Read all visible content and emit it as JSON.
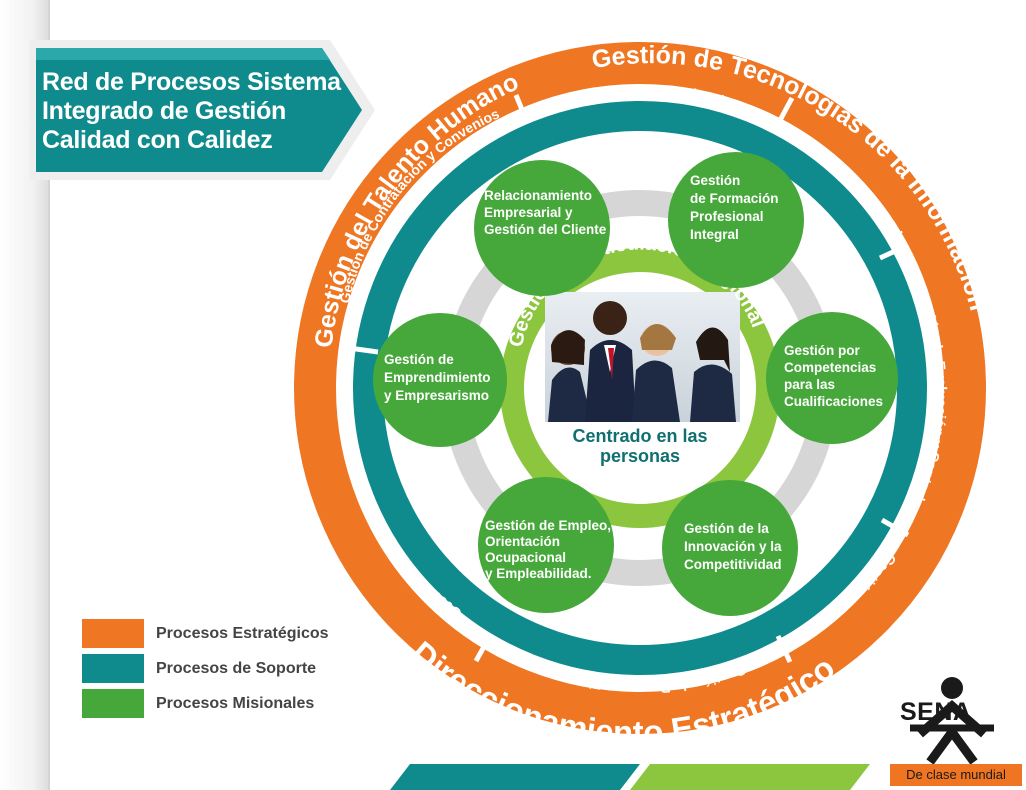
{
  "title": {
    "line1": "Red de Procesos Sistema",
    "line2": "Integrado de Gestión",
    "line3": "Calidad con Calidez"
  },
  "colors": {
    "estrategico": "#ef7622",
    "soporte": "#0f8b8d",
    "misional": "#46a83a",
    "misional_light": "#8cc63f"
  },
  "outer_ring": {
    "top_right": "Gestión de Tecnologías de la Información",
    "top_left": "Gestión del Talento Humano",
    "bottom": "Direccionamiento Estratégico"
  },
  "support_segments": {
    "comunicaciones": "Gestión de Comunicaciones",
    "documental": "Gestión Documental",
    "evaluacion": "Gestión de Evaluación y Control",
    "juridica": "Gestión Jurídica",
    "financieros": "Gestión de Recursos Financieros",
    "infraestructura": "Gestión de Infraestructura y Logística",
    "contratacion": "Gestión de Contratación y Convenios"
  },
  "misional_circles": {
    "relacionamiento": [
      "Relacionamiento",
      "Empresarial y",
      "Gestión del Cliente"
    ],
    "formacion": [
      "Gestión",
      "de Formación",
      "Profesional",
      "Integral"
    ],
    "competencias": [
      "Gestión por",
      "Competencias",
      "para las",
      "Cualificaciones"
    ],
    "innovacion": [
      "Gestión de la",
      "Innovación y la",
      "Competitividad"
    ],
    "empleo": [
      "Gestión de Empleo,",
      "Orientación",
      "Ocupacional",
      "y Empleabilidad."
    ],
    "emprendimiento": [
      "Gestión de",
      "Emprendimiento",
      "y Empresarismo"
    ]
  },
  "center": {
    "arc": "Gestión de Articulación Regional",
    "line1": "Centrado en las",
    "line2": "personas"
  },
  "legend": [
    {
      "label": "Procesos Estratégicos",
      "color": "#ef7622"
    },
    {
      "label": "Procesos de Soporte",
      "color": "#0f8b8d"
    },
    {
      "label": "Procesos Misionales",
      "color": "#46a83a"
    }
  ],
  "logo": {
    "name": "SENA",
    "tagline": "De clase mundial"
  }
}
